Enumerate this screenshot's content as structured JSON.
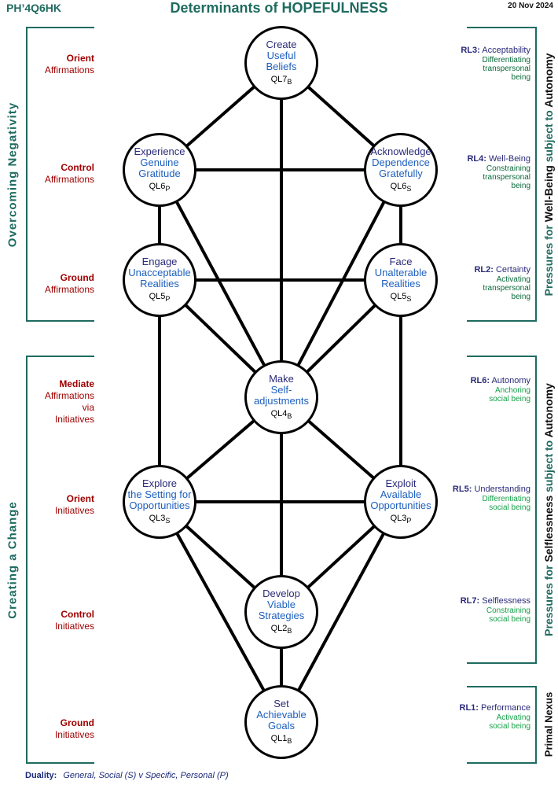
{
  "header": {
    "code": "PH’4Q6HK",
    "title": "Determinants of HOPEFULNESS",
    "date": "20 Nov 2024"
  },
  "left": {
    "top_section": "Overcoming  Negativity",
    "bottom_section": "Creating  a  Change",
    "labels": [
      {
        "keyword": "Orient",
        "lines": [
          "Affirmations"
        ]
      },
      {
        "keyword": "Control",
        "lines": [
          "Affirmations"
        ]
      },
      {
        "keyword": "Ground",
        "lines": [
          "Affirmations"
        ]
      },
      {
        "keyword": "Mediate",
        "lines": [
          "Affirmations",
          "via",
          "Initiatives"
        ]
      },
      {
        "keyword": "Orient",
        "lines": [
          "Initiatives"
        ]
      },
      {
        "keyword": "Control",
        "lines": [
          "Initiatives"
        ]
      },
      {
        "keyword": "Ground",
        "lines": [
          "Initiatives"
        ]
      }
    ]
  },
  "right": {
    "pressures_wellbeing": {
      "a": "Pressures for",
      "b": "Well-Being",
      "c": "subject to",
      "d": "Autonomy"
    },
    "pressures_selflessness": {
      "a": "Pressures for",
      "b": "Selflessness",
      "c": "subject to",
      "d": "Autonomy"
    },
    "primal": "Primal Nexus",
    "levels": [
      {
        "code": "RL3:",
        "name": "Acceptability",
        "desc": [
          "Differentiating",
          "transpersonal",
          "being"
        ]
      },
      {
        "code": "RL4:",
        "name": "Well-Being",
        "desc": [
          "Constraining",
          "transpersonal",
          "being"
        ]
      },
      {
        "code": "RL2:",
        "name": "Certainty",
        "desc": [
          "Activating",
          "transpersonal",
          "being"
        ]
      },
      {
        "code": "RL6:",
        "name": "Autonomy",
        "desc": [
          "Anchoring",
          "social being"
        ]
      },
      {
        "code": "RL5:",
        "name": "Understanding",
        "desc": [
          "Differentiating",
          "social being"
        ]
      },
      {
        "code": "RL7:",
        "name": "Selflessness",
        "desc": [
          "Constraining",
          "social being"
        ]
      },
      {
        "code": "RL1:",
        "name": "Performance",
        "desc": [
          "Activating",
          "social being"
        ]
      }
    ]
  },
  "nodes": [
    {
      "id": "ql7",
      "lines": [
        "Create",
        "Useful",
        "Beliefs"
      ],
      "code": "QL7",
      "sub": "B"
    },
    {
      "id": "ql6p",
      "lines": [
        "Experience",
        "Genuine",
        "Gratitude"
      ],
      "code": "QL6",
      "sub": "P"
    },
    {
      "id": "ql6s",
      "lines": [
        "Acknowledge",
        "Dependence",
        "Gratefully"
      ],
      "code": "QL6",
      "sub": "S"
    },
    {
      "id": "ql5p",
      "lines": [
        "Engage",
        "Unacceptable",
        "Realities"
      ],
      "code": "QL5",
      "sub": "P"
    },
    {
      "id": "ql5s",
      "lines": [
        "Face",
        "Unalterable",
        "Realities"
      ],
      "code": "QL5",
      "sub": "S"
    },
    {
      "id": "ql4",
      "lines": [
        "Make",
        "Self-",
        "adjustments"
      ],
      "code": "QL4",
      "sub": "B"
    },
    {
      "id": "ql3s",
      "lines": [
        "Explore",
        "the Setting for",
        "Opportunities"
      ],
      "code": "QL3",
      "sub": "S"
    },
    {
      "id": "ql3p",
      "lines": [
        "Exploit",
        "Available",
        "Opportunities"
      ],
      "code": "QL3",
      "sub": "P"
    },
    {
      "id": "ql2",
      "lines": [
        "Develop",
        "Viable",
        "Strategies"
      ],
      "code": "QL2",
      "sub": "B"
    },
    {
      "id": "ql1",
      "lines": [
        "Set",
        "Achievable",
        "Goals"
      ],
      "code": "QL1",
      "sub": "B"
    }
  ],
  "footer": {
    "duality_label": "Duality:",
    "duality_text": "General, Social (S)  v  Specific, Personal (P)"
  }
}
